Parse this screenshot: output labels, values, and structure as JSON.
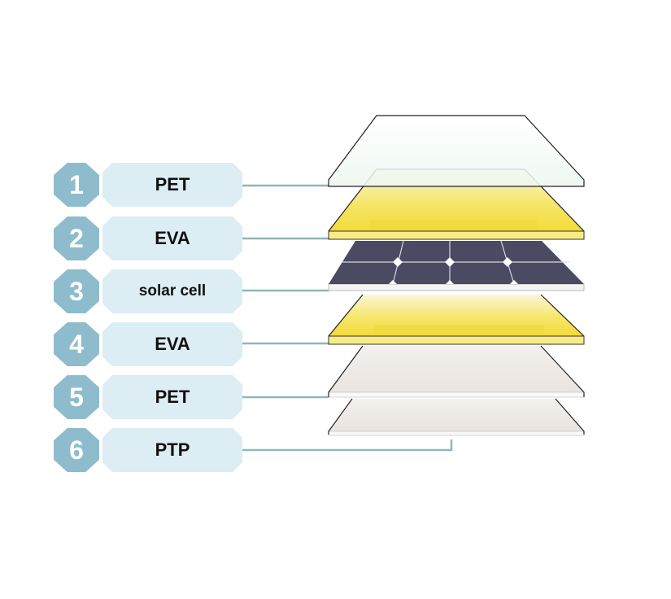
{
  "diagram": {
    "title": "",
    "colors": {
      "badge": "#8fbccc",
      "label_bg": "#dcedf3",
      "connector": "#8fb7b9",
      "eva": "#f5df45",
      "cell": "#4a4a63",
      "pet_top": "#f2faf5",
      "pet_bottom": "#ede8e4"
    },
    "layers": [
      {
        "number": "1",
        "label": "PET"
      },
      {
        "number": "2",
        "label": "EVA"
      },
      {
        "number": "3",
        "label": "solar cell"
      },
      {
        "number": "4",
        "label": "EVA"
      },
      {
        "number": "5",
        "label": "PET"
      },
      {
        "number": "6",
        "label": "PTP"
      }
    ]
  }
}
